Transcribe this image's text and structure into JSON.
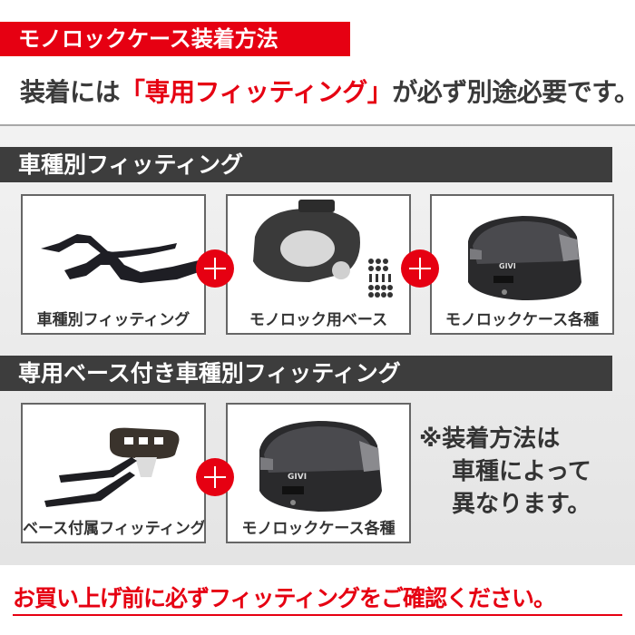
{
  "header": {
    "banner_title": "モノロックケース装着方法",
    "subtitle_prefix": "装着には",
    "subtitle_highlight": "「専用フィッティング」",
    "subtitle_suffix": "が必ず別途必要です。"
  },
  "sections": [
    {
      "title": "車種別フィッティング",
      "items": [
        {
          "label": "車種別フィッティング",
          "image": "fitting-brackets"
        },
        {
          "label": "モノロック用ベース",
          "image": "monolock-base-plate"
        },
        {
          "label": "モノロックケース各種",
          "image": "givi-top-case"
        }
      ]
    },
    {
      "title": "専用ベース付き車種別フィッティング",
      "items": [
        {
          "label": "ベース付属フィッティング",
          "image": "fitting-with-base"
        },
        {
          "label": "モノロックケース各種",
          "image": "givi-top-case"
        }
      ],
      "note": {
        "line1": "※装着方法は",
        "line2": "車種によって",
        "line3": "異なります。"
      }
    }
  ],
  "plus_symbol": "+",
  "footer": {
    "warning": "お買い上げ前に必ずフィッティングをご確認ください。"
  },
  "colors": {
    "accent_red": "#e60012",
    "bar_dark": "#3d3d3d",
    "text_dark": "#333333"
  },
  "brand_logo": "GIVI"
}
